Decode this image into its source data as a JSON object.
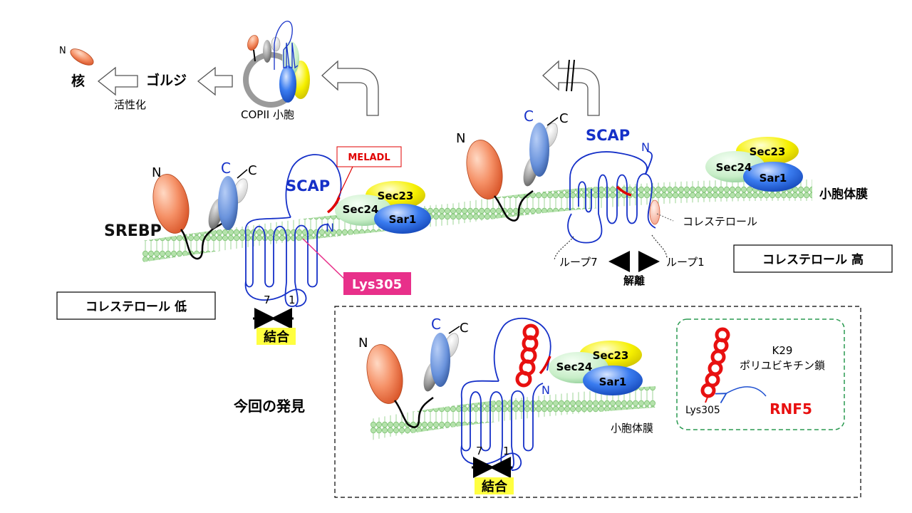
{
  "top_pathway": {
    "n_label": "N",
    "nucleus": "核",
    "golgi": "ゴルジ",
    "activation": "活性化",
    "copii_vesicle": "COPII 小胞"
  },
  "low_panel": {
    "n_label": "N",
    "c_label": "C",
    "c_label2": "C",
    "srebp": "SREBP",
    "scap": "SCAP",
    "motif": "MELADL",
    "scap_n": "N",
    "sec23": "Sec23",
    "sec24": "Sec24",
    "sar1": "Sar1",
    "lys_label": "Lys305",
    "loop7_num": "7",
    "loop1_num": "1",
    "binding": "結合",
    "condition": "コレステロール 低"
  },
  "high_panel": {
    "n_label": "N",
    "c_label": "C",
    "c_label2": "C",
    "scap": "SCAP",
    "scap_n": "N",
    "sec23": "Sec23",
    "sec24": "Sec24",
    "sar1": "Sar1",
    "membrane": "小胞体膜",
    "cholesterol": "コレステロール",
    "loop7": "ループ7",
    "loop1": "ループ1",
    "dissociation": "解離",
    "condition": "コレステロール 高"
  },
  "discovery_panel": {
    "title": "今回の発見",
    "n_label": "N",
    "c_label": "C",
    "c_label2": "C",
    "scap_n": "N",
    "sec23": "Sec23",
    "sec24": "Sec24",
    "sar1": "Sar1",
    "membrane": "小胞体膜",
    "loop7_num": "7",
    "loop1_num": "1",
    "binding": "結合"
  },
  "inset": {
    "k29": "K29",
    "chain": "ポリユビキチン鎖",
    "lys": "Lys305",
    "rnf5": "RNF5"
  },
  "colors": {
    "scap_line": "#1530c8",
    "membrane": "#a8dca0",
    "srebp_orange": "#f07a50",
    "sec23_yellow": "#f4f000",
    "sec24_green": "#c8eec8",
    "sar1_blue": "#2060e0",
    "ubiquitin_red": "#e81010",
    "lys_pink": "#e8308a",
    "binding_highlight": "#ffff40",
    "inset_border": "#2a9a50"
  }
}
